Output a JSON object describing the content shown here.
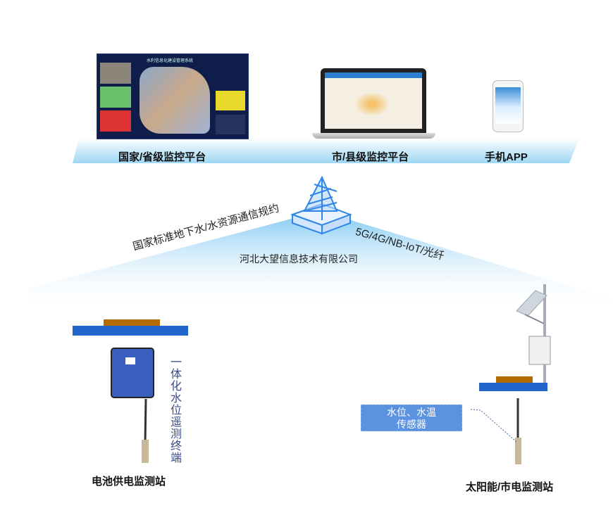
{
  "platforms": {
    "national": {
      "label": "国家/省级监控平台",
      "screen_title": "水利信息化建设管理系统"
    },
    "city": {
      "label": "市/县级监控平台"
    },
    "mobile": {
      "label": "手机APP"
    }
  },
  "network": {
    "protocol_label": "国家标准地下水/水资源通信规约",
    "transport_label": "5G/4G/NB-IoT/光纤",
    "company_label": "河北大望信息技术有限公司"
  },
  "stations": {
    "battery": {
      "label": "电池供电监测站",
      "device_label": "一体化水位遥测终端"
    },
    "solar": {
      "label": "太阳能/市电监测站",
      "sensor_label_line1": "水位、水温",
      "sensor_label_line2": "传感器"
    }
  },
  "colors": {
    "cap": "#2266cc",
    "lid": "#b36b00",
    "soil": "#d9d9d9",
    "water": "#bde9d3",
    "sensor_box": "#5b93e0",
    "accent": "#3a9de8"
  }
}
